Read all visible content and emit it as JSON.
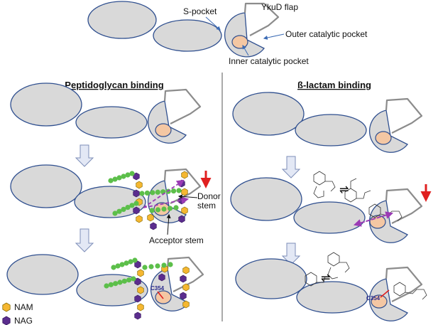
{
  "top_labels": {
    "s_pocket": "S-pocket",
    "ykud_flap": "YkuD flap",
    "outer_pocket": "Outer catalytic pocket",
    "inner_pocket": "Inner catalytic pocket"
  },
  "panels": {
    "left_title": "Peptidoglycan binding",
    "right_title": "ß-lactam binding"
  },
  "annotations": {
    "donor_stem": "Donor\nstem",
    "acceptor_stem": "Acceptor stem",
    "c354_left": "C354",
    "c354_right": "C354"
  },
  "legend": [
    {
      "name": "NAM",
      "color": "#f5b731",
      "shape": "hexagon"
    },
    {
      "name": "NAG",
      "color": "#5b2d8e",
      "shape": "hexagon"
    }
  ],
  "colors": {
    "domain_fill": "#d9d9d9",
    "domain_outline": "#2f4f8f",
    "pocket_fill": "#f4c7a3",
    "flap": "#8c8c8c",
    "sugar_chain": "#5cbf4a",
    "motion_arrow": "#9b3bb5",
    "red_arrow": "#e02020"
  }
}
